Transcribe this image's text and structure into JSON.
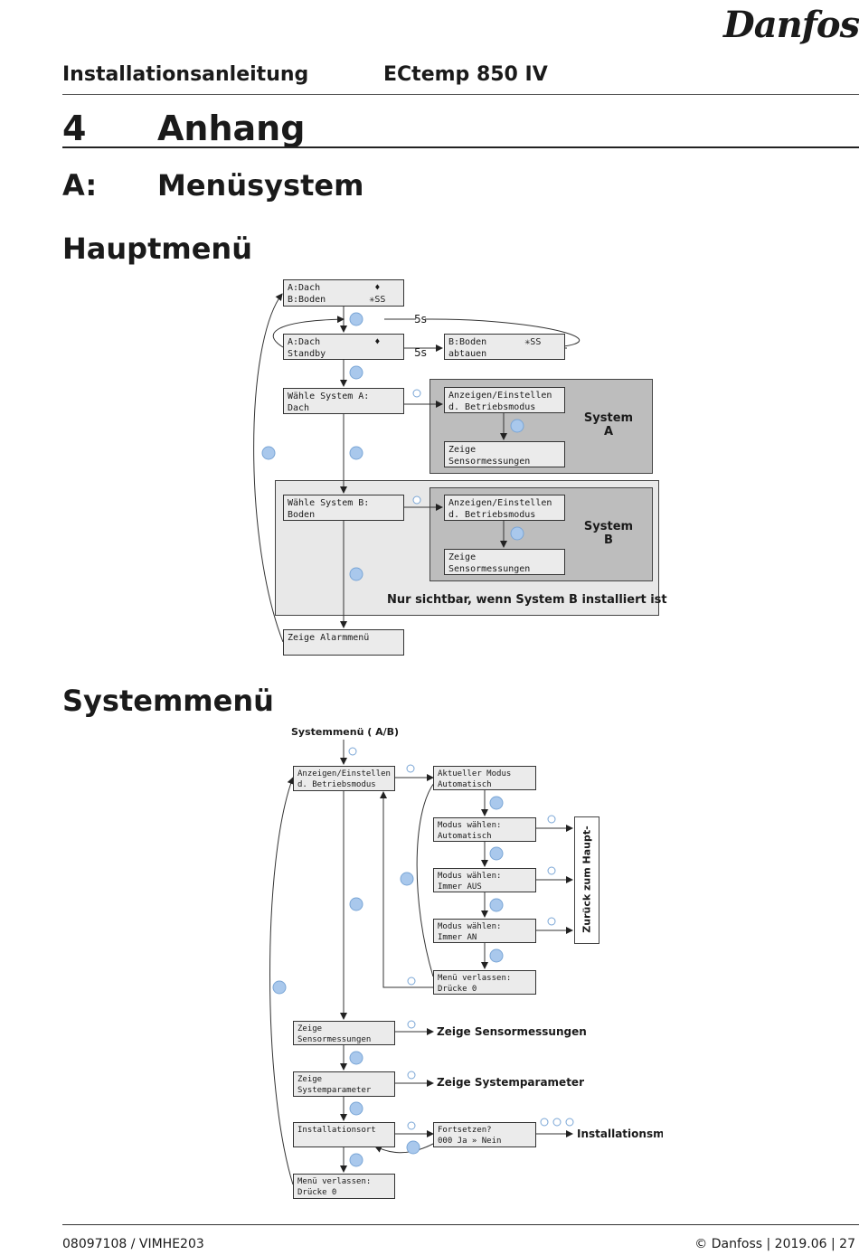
{
  "header": {
    "title": "Installationsanleitung",
    "product": "ECtemp 850 IV",
    "brand": "Danfoss"
  },
  "section": {
    "number": "4",
    "title": "Anhang"
  },
  "subsection": {
    "letter": "A:",
    "title": "Menüsystem"
  },
  "hauptmenu": {
    "heading": "Hauptmenü",
    "boxes": {
      "start": "A:Dach          ♦\nB:Boden        ✳SS",
      "standby": "A:Dach          ♦\nStandby",
      "abtauen": "B:Boden       ✳SS\nabtauen",
      "sysA": "Wähle System A:\nDach",
      "sysA_mode": "Anzeigen/Einstellen\nd. Betriebsmodus",
      "sysA_sensor": "Zeige\nSensormessungen",
      "sysB": "Wähle System B:\nBoden",
      "sysB_mode": "Anzeigen/Einstellen\nd. Betriebsmodus",
      "sysB_sensor": "Zeige\nSensormessungen",
      "alarm": "Zeige Alarmmenü"
    },
    "time_label": "5s",
    "system_a_label": "System\nA",
    "system_b_label": "System\nB",
    "note": "Nur sichtbar, wenn System B installiert ist"
  },
  "systemmenu": {
    "heading": "Systemmenü",
    "entry_label": "Systemmenü ( A/B)",
    "boxes": {
      "mode": "Anzeigen/Einstellen\nd. Betriebsmodus",
      "current": "Aktueller Modus\nAutomatisch",
      "auto": "Modus wählen:\nAutomatisch",
      "off": "Modus wählen:\nImmer AUS",
      "on": "Modus wählen:\nImmer AN",
      "exit1": "Menü verlassen:\nDrücke 0",
      "sensors": "Zeige\nSensormessungen",
      "params": "Zeige\nSystemparameter",
      "install": "Installationsort",
      "continue": "Fortsetzen?\n000 Ja » Nein",
      "exit2": "Menü verlassen:\nDrücke 0"
    },
    "back_label": "Zurück zum Haupt-",
    "sensor_label": "Zeige Sensormessungen",
    "params_label": "Zeige Systemparameter",
    "install_label": "Installationsmenü"
  },
  "footer": {
    "doc": "08097108 / VIMHE203",
    "copyright": "© Danfoss | 2019.06 | 27"
  }
}
